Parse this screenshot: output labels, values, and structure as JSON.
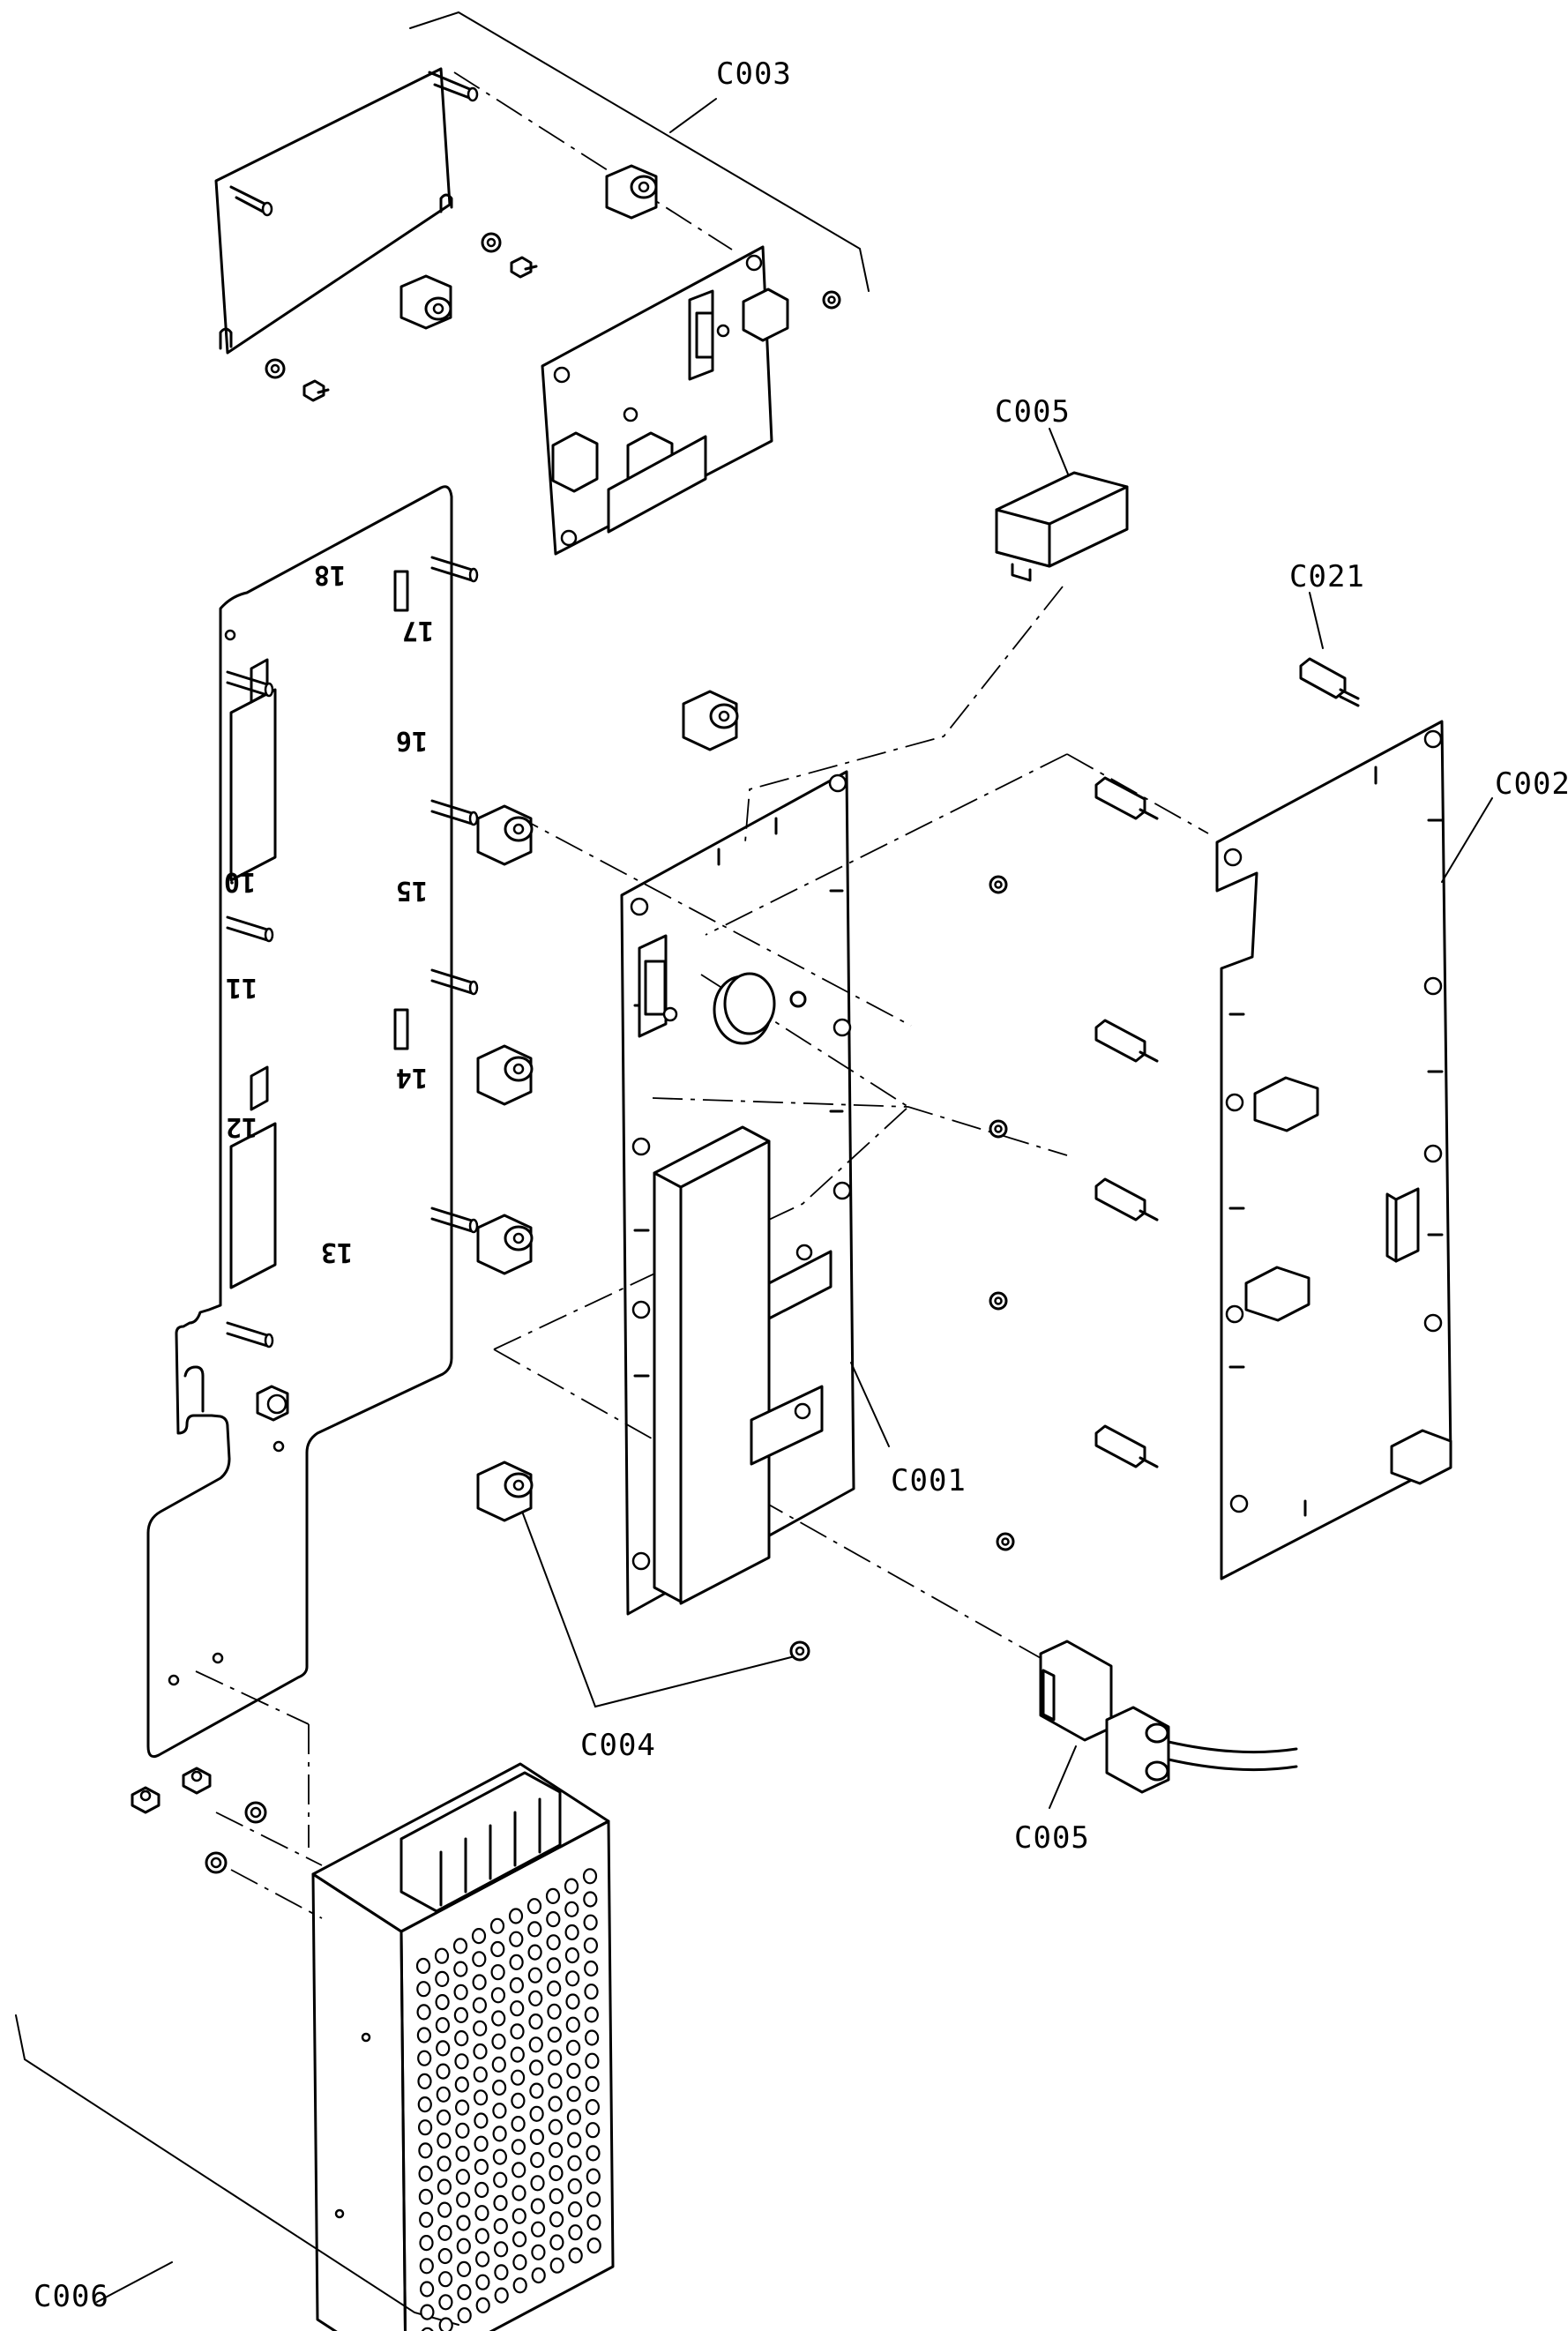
{
  "labels": {
    "c003": "C003",
    "c005_top": "C005",
    "c021": "C021",
    "c002": "C002",
    "c001": "C001",
    "c004": "C004",
    "c005_bottom": "C005",
    "c006": "C006"
  },
  "bracket_marks": {
    "m18": "18",
    "m17": "17",
    "m16": "16",
    "m10": "10",
    "m15": "15",
    "m11": "11",
    "m14": "14",
    "m12": "12",
    "m13": "13"
  },
  "icons": {
    "chassis": "bracket-plate-icon",
    "power": "power-supply-icon",
    "pcb": "circuit-board-icon",
    "connector": "connector-icon",
    "spacer": "spacer-icon",
    "standoff": "standoff-icon",
    "nut": "nut-icon"
  }
}
